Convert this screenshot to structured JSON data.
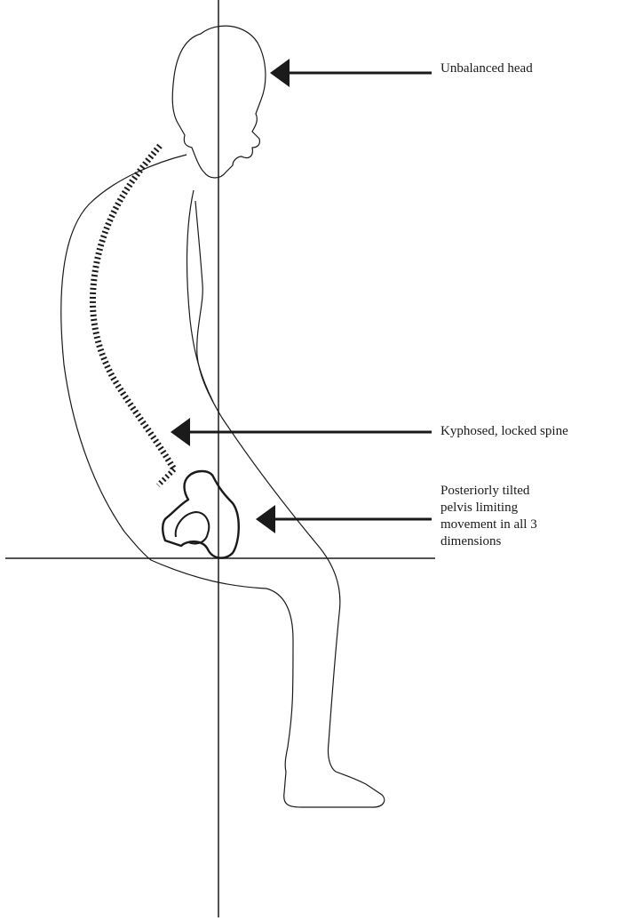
{
  "annotations": {
    "head": "Unbalanced head",
    "spine": "Kyphosed, locked spine",
    "pelvis": "Posteriorly tilted\npelvis limiting\nmovement in all 3\ndimensions"
  },
  "colors": {
    "line": "#1a1a1a",
    "background": "#ffffff"
  }
}
